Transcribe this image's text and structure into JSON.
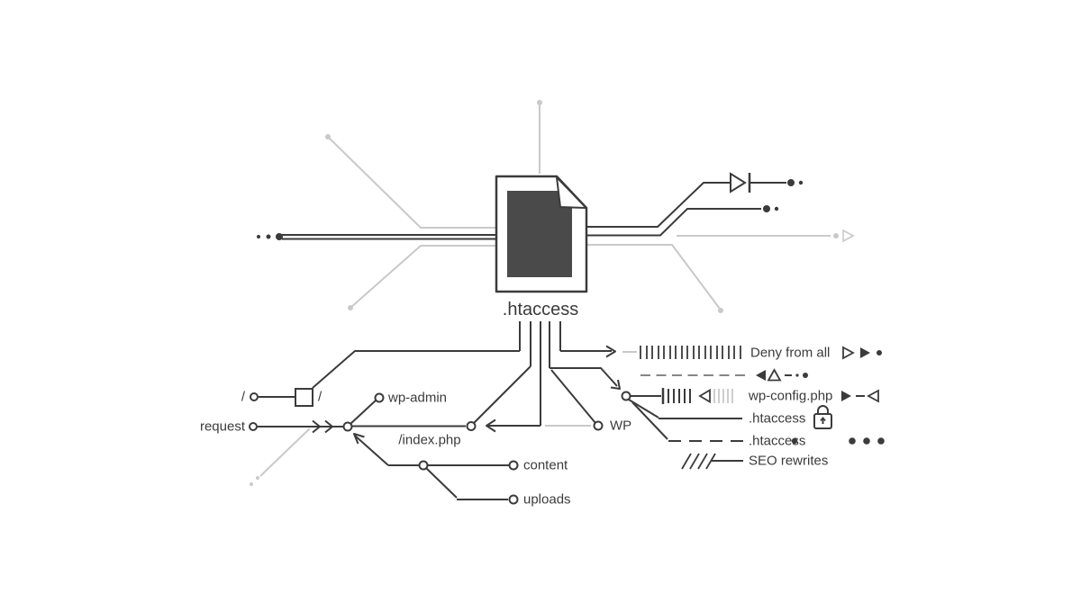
{
  "colors": {
    "dark": "#3b3b3b",
    "light": "#c9c9c9",
    "mid": "#757575",
    "docfill": "#4a4a4a",
    "bg": "#ffffff"
  },
  "document": {
    "label": ".htaccess"
  },
  "request_flow": {
    "root_slash_left": "/",
    "root_slash_right": "/",
    "request": "request"
  },
  "wordpress_tree": {
    "wp_admin": "wp-admin",
    "index_php": "/index.php",
    "wp": "WP",
    "content": "content",
    "uploads": "uploads"
  },
  "htaccess_rules": {
    "deny_from_all": "Deny from all",
    "wp_config": "wp-config.php",
    "htaccess_protected": ".htaccess",
    "htaccess_dashed": ".htaccess",
    "seo_rewrites": "SEO rewrites"
  },
  "icons": {
    "diode": "▷⊢",
    "open_play": "▷",
    "filled_play": "▶",
    "filled_left_triangle": "◀",
    "open_up_triangle": "△",
    "open_left_triangle": "◁",
    "lock": "🔒",
    "hatch_marks": "|||||",
    "seo_slashes": "////",
    "terminal_dot": "•"
  }
}
